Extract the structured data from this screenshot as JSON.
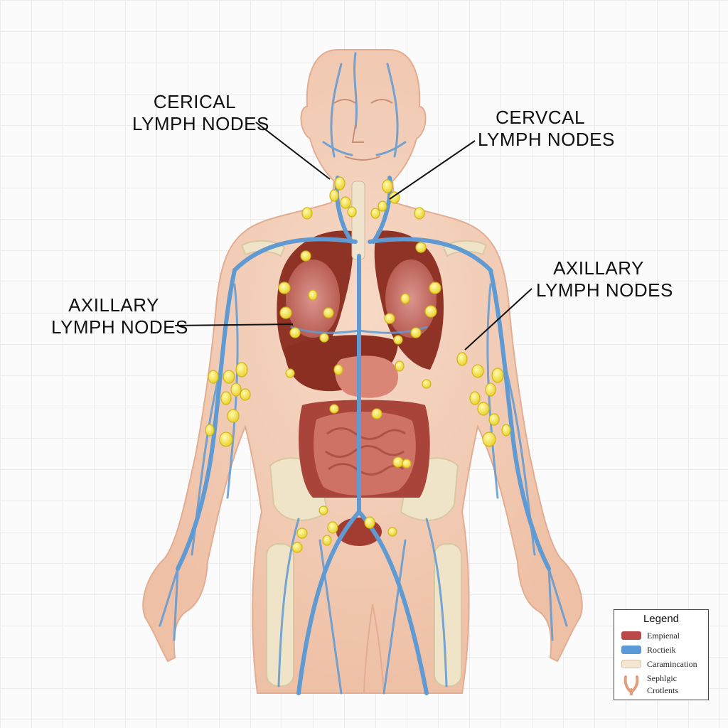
{
  "labels": {
    "cervical_left": [
      "CERICAL",
      "LYMPH NODES"
    ],
    "cervical_right": [
      "CERVCAL",
      "LYMPH NODES"
    ],
    "axillary_left": [
      "AXILLARY",
      "LYMPH NODES"
    ],
    "axillary_right": [
      "AXILLARY",
      "LYMPH NODES"
    ]
  },
  "legend": {
    "title": "Legend",
    "items": [
      {
        "text": "Empienal",
        "color": "#b94a48"
      },
      {
        "text": "Roctieik",
        "color": "#5b9ad6"
      },
      {
        "text": "Caramincation",
        "color": "#f5e6d3"
      }
    ],
    "last_item": {
      "lines": [
        "Sephlgic",
        "Crotlents"
      ],
      "icon": "lymph-vessel-icon",
      "color": "#e0a080"
    }
  },
  "colors": {
    "skin": "#f2cdb8",
    "vessel": "#5f9ad3",
    "node": "#f3e049",
    "organ": "#8e3326",
    "intestine": "#c46a5e",
    "bone": "#efe3c8"
  }
}
